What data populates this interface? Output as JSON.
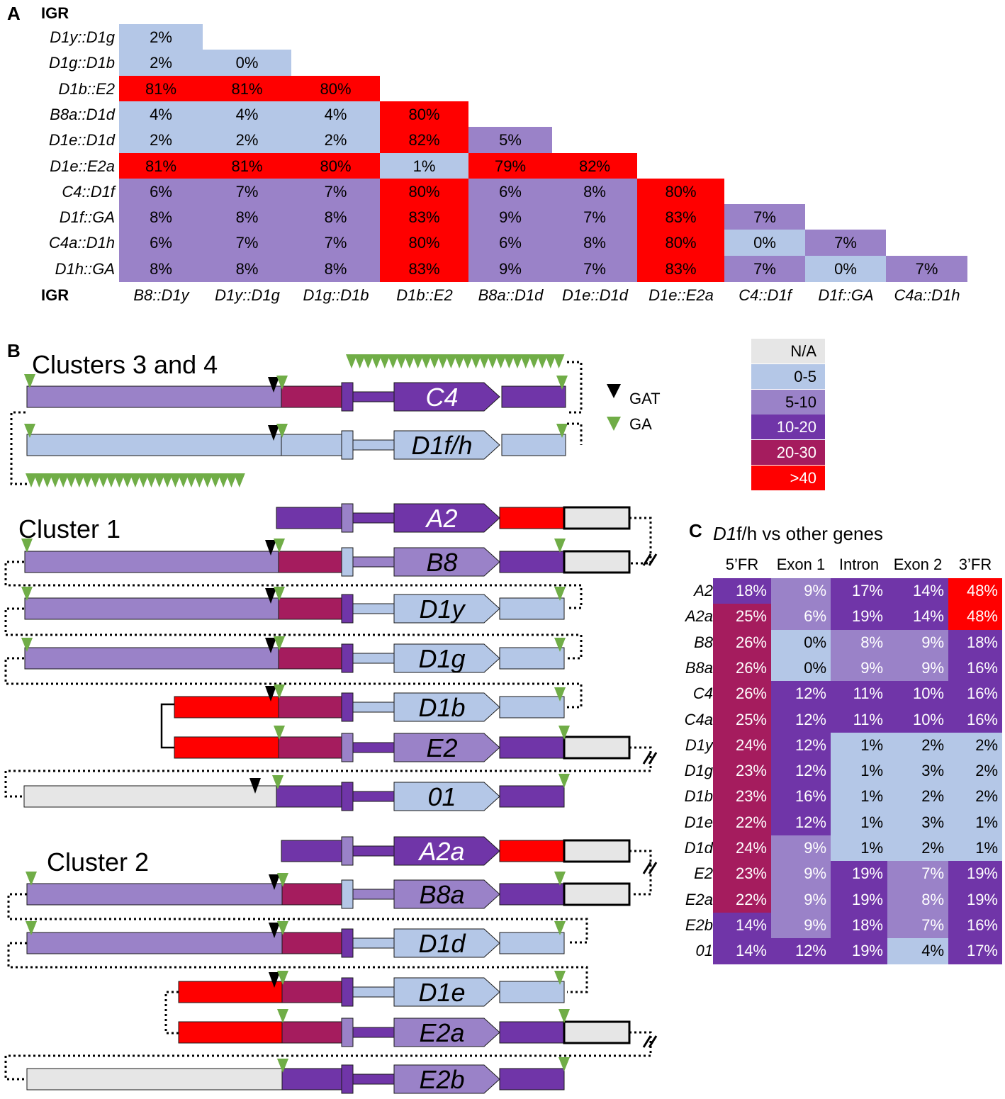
{
  "colors": {
    "na": "#e6e6e6",
    "c0_5": "#b4c7e7",
    "c5_10": "#9a82c8",
    "c10_20": "#7035a8",
    "c20_30": "#a51c5e",
    "c40": "#ff0000",
    "triangle_ga": "#70ad47",
    "triangle_gat": "#000000"
  },
  "panelA": {
    "letter": "A",
    "igr_row_header": "IGR",
    "igr_col_header": "IGR",
    "row_labels": [
      "D1y::D1g",
      "D1g::D1b",
      "D1b::E2",
      "B8a::D1d",
      "D1e::D1d",
      "D1e::E2a",
      "C4::D1f",
      "D1f::GA",
      "C4a::D1h",
      "D1h::GA"
    ],
    "col_labels": [
      "B8::D1y",
      "D1y::D1g",
      "D1g::D1b",
      "D1b::E2",
      "B8a::D1d",
      "D1e::D1d",
      "D1e::E2a",
      "C4::D1f",
      "D1f::GA",
      "C4a::D1h"
    ],
    "rows": [
      [
        {
          "v": "2%",
          "c": "c0_5"
        }
      ],
      [
        {
          "v": "2%",
          "c": "c0_5"
        },
        {
          "v": "0%",
          "c": "c0_5"
        }
      ],
      [
        {
          "v": "81%",
          "c": "c40"
        },
        {
          "v": "81%",
          "c": "c40"
        },
        {
          "v": "80%",
          "c": "c40"
        }
      ],
      [
        {
          "v": "4%",
          "c": "c0_5"
        },
        {
          "v": "4%",
          "c": "c0_5"
        },
        {
          "v": "4%",
          "c": "c0_5"
        },
        {
          "v": "80%",
          "c": "c40"
        }
      ],
      [
        {
          "v": "2%",
          "c": "c0_5"
        },
        {
          "v": "2%",
          "c": "c0_5"
        },
        {
          "v": "2%",
          "c": "c0_5"
        },
        {
          "v": "82%",
          "c": "c40"
        },
        {
          "v": "5%",
          "c": "c5_10"
        }
      ],
      [
        {
          "v": "81%",
          "c": "c40"
        },
        {
          "v": "81%",
          "c": "c40"
        },
        {
          "v": "80%",
          "c": "c40"
        },
        {
          "v": "1%",
          "c": "c0_5"
        },
        {
          "v": "79%",
          "c": "c40"
        },
        {
          "v": "82%",
          "c": "c40"
        }
      ],
      [
        {
          "v": "6%",
          "c": "c5_10"
        },
        {
          "v": "7%",
          "c": "c5_10"
        },
        {
          "v": "7%",
          "c": "c5_10"
        },
        {
          "v": "80%",
          "c": "c40"
        },
        {
          "v": "6%",
          "c": "c5_10"
        },
        {
          "v": "8%",
          "c": "c5_10"
        },
        {
          "v": "80%",
          "c": "c40"
        }
      ],
      [
        {
          "v": "8%",
          "c": "c5_10"
        },
        {
          "v": "8%",
          "c": "c5_10"
        },
        {
          "v": "8%",
          "c": "c5_10"
        },
        {
          "v": "83%",
          "c": "c40"
        },
        {
          "v": "9%",
          "c": "c5_10"
        },
        {
          "v": "7%",
          "c": "c5_10"
        },
        {
          "v": "83%",
          "c": "c40"
        },
        {
          "v": "7%",
          "c": "c5_10"
        }
      ],
      [
        {
          "v": "6%",
          "c": "c5_10"
        },
        {
          "v": "7%",
          "c": "c5_10"
        },
        {
          "v": "7%",
          "c": "c5_10"
        },
        {
          "v": "80%",
          "c": "c40"
        },
        {
          "v": "6%",
          "c": "c5_10"
        },
        {
          "v": "8%",
          "c": "c5_10"
        },
        {
          "v": "80%",
          "c": "c40"
        },
        {
          "v": "0%",
          "c": "c0_5"
        },
        {
          "v": "7%",
          "c": "c5_10"
        }
      ],
      [
        {
          "v": "8%",
          "c": "c5_10"
        },
        {
          "v": "8%",
          "c": "c5_10"
        },
        {
          "v": "8%",
          "c": "c5_10"
        },
        {
          "v": "83%",
          "c": "c40"
        },
        {
          "v": "9%",
          "c": "c5_10"
        },
        {
          "v": "7%",
          "c": "c5_10"
        },
        {
          "v": "83%",
          "c": "c40"
        },
        {
          "v": "7%",
          "c": "c5_10"
        },
        {
          "v": "0%",
          "c": "c0_5"
        },
        {
          "v": "7%",
          "c": "c5_10"
        }
      ]
    ]
  },
  "panelB": {
    "letter": "B",
    "cluster34_title": "Clusters 3 and 4",
    "cluster1_title": "Cluster 1",
    "cluster2_title": "Cluster 2",
    "triangle_legend": {
      "gat": "GAT",
      "ga": "GA"
    },
    "genes": {
      "C4": "C4",
      "D1fh": "D1f/h",
      "A2": "A2",
      "B8": "B8",
      "D1y": "D1y",
      "D1g": "D1g",
      "D1b": "D1b",
      "E2": "E2",
      "O1": "01",
      "A2a": "A2a",
      "B8a": "B8a",
      "D1d": "D1d",
      "D1e": "D1e",
      "E2a": "E2a",
      "E2b": "E2b"
    }
  },
  "legend": {
    "items": [
      {
        "label": "N/A",
        "c": "na"
      },
      {
        "label": "0-5",
        "c": "c0_5"
      },
      {
        "label": "5-10",
        "c": "c5_10"
      },
      {
        "label": "10-20",
        "c": "c10_20"
      },
      {
        "label": "20-30",
        "c": "c20_30"
      },
      {
        "label": ">40",
        "c": "c40"
      }
    ]
  },
  "panelC": {
    "letter": "C",
    "title_italic": "D1",
    "title_rest": "f/h vs other genes",
    "columns": [
      "5’FR",
      "Exon 1",
      "Intron",
      "Exon 2",
      "3’FR"
    ],
    "rows": [
      {
        "gene": "A2",
        "cells": [
          {
            "v": "18%",
            "c": "c10_20"
          },
          {
            "v": "9%",
            "c": "c5_10"
          },
          {
            "v": "17%",
            "c": "c10_20"
          },
          {
            "v": "14%",
            "c": "c10_20"
          },
          {
            "v": "48%",
            "c": "c40"
          }
        ]
      },
      {
        "gene": "A2a",
        "cells": [
          {
            "v": "25%",
            "c": "c20_30"
          },
          {
            "v": "6%",
            "c": "c5_10"
          },
          {
            "v": "19%",
            "c": "c10_20"
          },
          {
            "v": "14%",
            "c": "c10_20"
          },
          {
            "v": "48%",
            "c": "c40"
          }
        ]
      },
      {
        "gene": "B8",
        "cells": [
          {
            "v": "26%",
            "c": "c20_30"
          },
          {
            "v": "0%",
            "c": "c0_5"
          },
          {
            "v": "8%",
            "c": "c5_10"
          },
          {
            "v": "9%",
            "c": "c5_10"
          },
          {
            "v": "18%",
            "c": "c10_20"
          }
        ]
      },
      {
        "gene": "B8a",
        "cells": [
          {
            "v": "26%",
            "c": "c20_30"
          },
          {
            "v": "0%",
            "c": "c0_5"
          },
          {
            "v": "9%",
            "c": "c5_10"
          },
          {
            "v": "9%",
            "c": "c5_10"
          },
          {
            "v": "16%",
            "c": "c10_20"
          }
        ]
      },
      {
        "gene": "C4",
        "cells": [
          {
            "v": "26%",
            "c": "c20_30"
          },
          {
            "v": "12%",
            "c": "c10_20"
          },
          {
            "v": "11%",
            "c": "c10_20"
          },
          {
            "v": "10%",
            "c": "c10_20"
          },
          {
            "v": "16%",
            "c": "c10_20"
          }
        ]
      },
      {
        "gene": "C4a",
        "cells": [
          {
            "v": "25%",
            "c": "c20_30"
          },
          {
            "v": "12%",
            "c": "c10_20"
          },
          {
            "v": "11%",
            "c": "c10_20"
          },
          {
            "v": "10%",
            "c": "c10_20"
          },
          {
            "v": "16%",
            "c": "c10_20"
          }
        ]
      },
      {
        "gene": "D1y",
        "cells": [
          {
            "v": "24%",
            "c": "c20_30"
          },
          {
            "v": "12%",
            "c": "c10_20"
          },
          {
            "v": "1%",
            "c": "c0_5"
          },
          {
            "v": "2%",
            "c": "c0_5"
          },
          {
            "v": "2%",
            "c": "c0_5"
          }
        ]
      },
      {
        "gene": "D1g",
        "cells": [
          {
            "v": "23%",
            "c": "c20_30"
          },
          {
            "v": "12%",
            "c": "c10_20"
          },
          {
            "v": "1%",
            "c": "c0_5"
          },
          {
            "v": "3%",
            "c": "c0_5"
          },
          {
            "v": "2%",
            "c": "c0_5"
          }
        ]
      },
      {
        "gene": "D1b",
        "cells": [
          {
            "v": "23%",
            "c": "c20_30"
          },
          {
            "v": "16%",
            "c": "c10_20"
          },
          {
            "v": "1%",
            "c": "c0_5"
          },
          {
            "v": "2%",
            "c": "c0_5"
          },
          {
            "v": "2%",
            "c": "c0_5"
          }
        ]
      },
      {
        "gene": "D1e",
        "cells": [
          {
            "v": "22%",
            "c": "c20_30"
          },
          {
            "v": "12%",
            "c": "c10_20"
          },
          {
            "v": "1%",
            "c": "c0_5"
          },
          {
            "v": "3%",
            "c": "c0_5"
          },
          {
            "v": "1%",
            "c": "c0_5"
          }
        ]
      },
      {
        "gene": "D1d",
        "cells": [
          {
            "v": "24%",
            "c": "c20_30"
          },
          {
            "v": "9%",
            "c": "c5_10"
          },
          {
            "v": "1%",
            "c": "c0_5"
          },
          {
            "v": "2%",
            "c": "c0_5"
          },
          {
            "v": "1%",
            "c": "c0_5"
          }
        ]
      },
      {
        "gene": "E2",
        "cells": [
          {
            "v": "23%",
            "c": "c20_30"
          },
          {
            "v": "9%",
            "c": "c5_10"
          },
          {
            "v": "19%",
            "c": "c10_20"
          },
          {
            "v": "7%",
            "c": "c5_10"
          },
          {
            "v": "19%",
            "c": "c10_20"
          }
        ]
      },
      {
        "gene": "E2a",
        "cells": [
          {
            "v": "22%",
            "c": "c20_30"
          },
          {
            "v": "9%",
            "c": "c5_10"
          },
          {
            "v": "19%",
            "c": "c10_20"
          },
          {
            "v": "8%",
            "c": "c5_10"
          },
          {
            "v": "19%",
            "c": "c10_20"
          }
        ]
      },
      {
        "gene": "E2b",
        "cells": [
          {
            "v": "14%",
            "c": "c10_20"
          },
          {
            "v": "9%",
            "c": "c5_10"
          },
          {
            "v": "18%",
            "c": "c10_20"
          },
          {
            "v": "7%",
            "c": "c5_10"
          },
          {
            "v": "16%",
            "c": "c10_20"
          }
        ]
      },
      {
        "gene": "01",
        "cells": [
          {
            "v": "14%",
            "c": "c10_20"
          },
          {
            "v": "12%",
            "c": "c10_20"
          },
          {
            "v": "19%",
            "c": "c10_20"
          },
          {
            "v": "4%",
            "c": "c0_5"
          },
          {
            "v": "17%",
            "c": "c10_20"
          }
        ]
      }
    ]
  }
}
